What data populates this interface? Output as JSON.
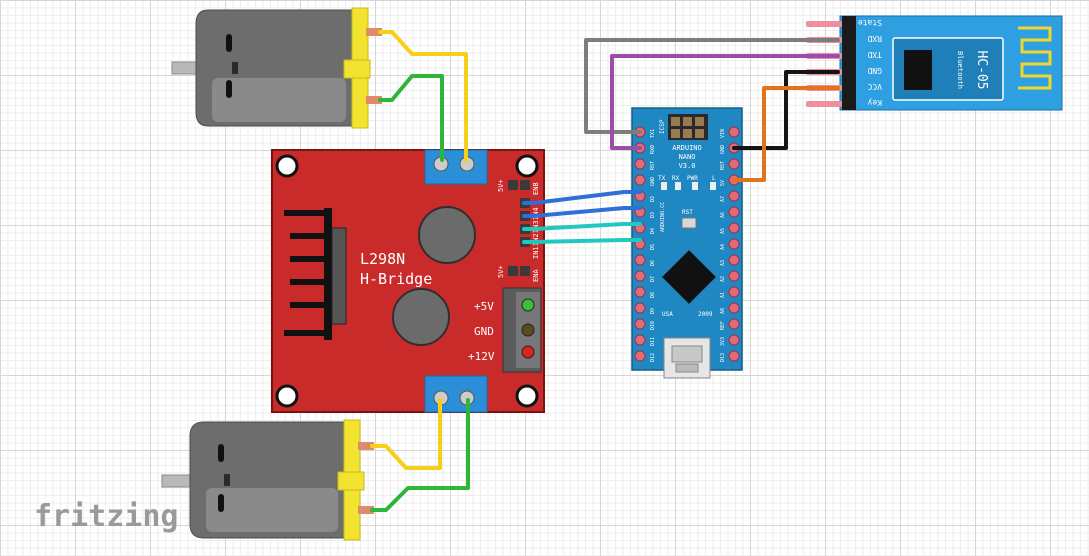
{
  "app": {
    "logo_text": "fritzing"
  },
  "l298n": {
    "title_line1": "L298N",
    "title_line2": "H-Bridge",
    "power_labels": {
      "v5": "+5V",
      "gnd": "GND",
      "v12": "+12V"
    },
    "jumper_labels": {
      "top": "5V+",
      "bottom": "5V+"
    },
    "pin_labels": [
      "ENB",
      "IN4",
      "IN3",
      "IN2",
      "IN1",
      "ENA"
    ]
  },
  "nano": {
    "name_line1": "ARDUINO",
    "name_line2": "NANO",
    "name_line3": "V3.0",
    "icsp_label": "ICSP",
    "rst_label": "RST",
    "led_labels": [
      "TX",
      "RX",
      "PWR",
      "L"
    ],
    "usb_label": "USA",
    "year_label": "2009",
    "brand_label": "ARDUINO.CC",
    "left_pins": [
      "TX1",
      "RX0",
      "RST",
      "GND",
      "D2",
      "D3",
      "D4",
      "D5",
      "D6",
      "D7",
      "D8",
      "D9",
      "D10",
      "D11",
      "D12"
    ],
    "right_pins": [
      "VIN",
      "GND",
      "RST",
      "5V",
      "A7",
      "A6",
      "A5",
      "A4",
      "A3",
      "A2",
      "A1",
      "A0",
      "REF",
      "3V3",
      "D13"
    ]
  },
  "hc05": {
    "model": "HC-05",
    "sub_label": "Bluetooth",
    "pins": [
      "State",
      "RXD",
      "TXD",
      "GND",
      "VCC",
      "Key"
    ]
  },
  "colors": {
    "wire_yellow": "#f7cf1a",
    "wire_green": "#2fb53a",
    "wire_blue": "#2f6fd6",
    "wire_cyan": "#21c8c0",
    "wire_grey": "#7d7d7d",
    "wire_purple": "#9a4ea8",
    "wire_black": "#141414",
    "wire_orange": "#e2741d",
    "board_red": "#c92a2a",
    "nano_blue": "#1f87c2",
    "hc05_blue": "#2e9fe0"
  }
}
